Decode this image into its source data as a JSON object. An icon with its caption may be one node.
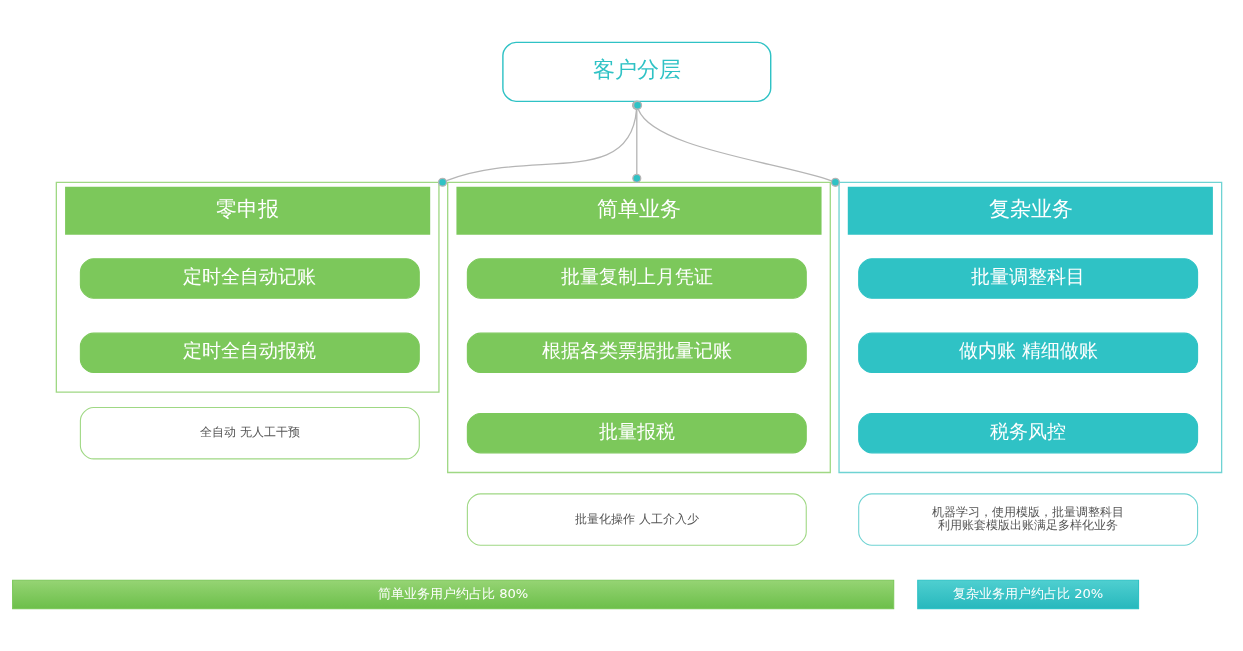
{
  "diagram": {
    "nodes": [
      {
        "text": [
          "客户分层"
        ]
      },
      {
        "text": [
          "零申报"
        ]
      },
      {
        "text": [
          "定时全自动记账"
        ],
        "in": 1
      },
      {
        "text": [
          "定时全自动报税"
        ],
        "in": 1
      },
      {
        "text": [
          "全自动 无人工干预"
        ]
      },
      {
        "text": [
          "简单业务"
        ]
      },
      {
        "text": [
          "批量复制上月凭证"
        ],
        "in": 5
      },
      {
        "text": [
          "根据各类票据批量记账"
        ],
        "in": 5
      },
      {
        "text": [
          "批量报税"
        ],
        "in": 5
      },
      {
        "text": [
          "批量化操作 人工介入少"
        ]
      },
      {
        "text": [
          "复杂业务"
        ]
      },
      {
        "text": [
          "批量调整科目"
        ],
        "in": 10
      },
      {
        "text": [
          "做内账 精细做账"
        ],
        "in": 10
      },
      {
        "text": [
          "税务风控"
        ],
        "in": 10
      },
      {
        "text": [
          "机器学习，使用模版，批量调整科目",
          "利用账套模版出账满足多样化业务"
        ]
      },
      {
        "text": [
          "简单业务用户约占比 80%"
        ]
      },
      {
        "text": [
          "复杂业务用户约占比 20%"
        ]
      }
    ],
    "edges": [
      {
        "from": 0,
        "to": 1,
        "arrow": "other"
      },
      {
        "from": 0,
        "to": 5,
        "arrow": "other"
      },
      {
        "from": 0,
        "to": 10,
        "arrow": "other"
      }
    ]
  }
}
